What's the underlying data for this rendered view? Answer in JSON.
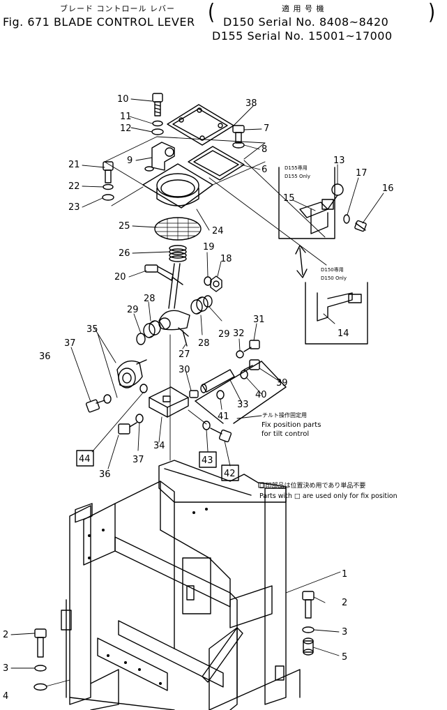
{
  "header": {
    "title_jp": "ブレード コントロール レバー",
    "title_en": "Fig. 671 BLADE CONTROL LEVER",
    "applicable_jp": "適 用 号 機",
    "serial_1": "D150 Serial No. 8408~8420",
    "serial_2": "D155 Serial No. 15001~17000"
  },
  "notes": {
    "d155_jp": "D155専用",
    "d155_en": "D155 Only",
    "d150_jp": "D150専用",
    "d150_en": "D150 Only",
    "tilt_jp": "チルト操作固定用",
    "tilt_en_1": "Fix position parts",
    "tilt_en_2": "for tilt control",
    "fix_jp": "□印部品は位置決め用であり単品不要",
    "fix_en": "Parts with □ are used only for fix position"
  },
  "callouts": {
    "c1": "1",
    "c2a": "2",
    "c2b": "2",
    "c3a": "3",
    "c3b": "3",
    "c4": "4",
    "c5": "5",
    "c6": "6",
    "c7": "7",
    "c8": "8",
    "c9": "9",
    "c10": "10",
    "c11": "11",
    "c12": "12",
    "c13": "13",
    "c14": "14",
    "c15": "15",
    "c16": "16",
    "c17": "17",
    "c18": "18",
    "c19": "19",
    "c20": "20",
    "c21": "21",
    "c22": "22",
    "c23": "23",
    "c24": "24",
    "c25": "25",
    "c26": "26",
    "c27": "27",
    "c28a": "28",
    "c28b": "28",
    "c29a": "29",
    "c29b": "29",
    "c30": "30",
    "c31": "31",
    "c32": "32",
    "c33": "33",
    "c34": "34",
    "c35": "35",
    "c36a": "36",
    "c36b": "36",
    "c37a": "37",
    "c37b": "37",
    "c38": "38",
    "c39": "39",
    "c40": "40",
    "c41": "41",
    "c42": "42",
    "c43": "43",
    "c44": "44"
  }
}
